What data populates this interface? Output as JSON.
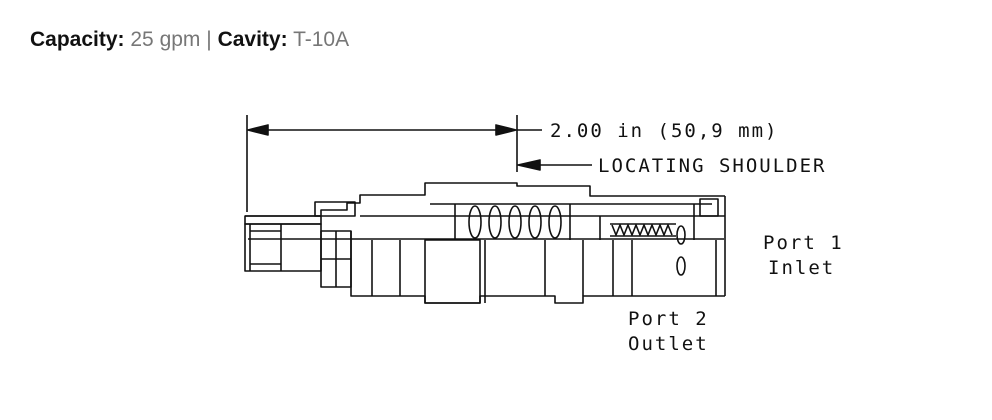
{
  "specs": {
    "capacity_label": "Capacity:",
    "capacity_value": "25 gpm",
    "separator": "|",
    "cavity_label": "Cavity:",
    "cavity_value": "T-10A"
  },
  "diagram": {
    "dimension": "2.00 in (50,9 mm)",
    "locating_shoulder": "LOCATING SHOULDER",
    "port1_line1": "Port 1",
    "port1_line2": "Inlet",
    "port2_line1": "Port 2",
    "port2_line2": "Outlet"
  }
}
